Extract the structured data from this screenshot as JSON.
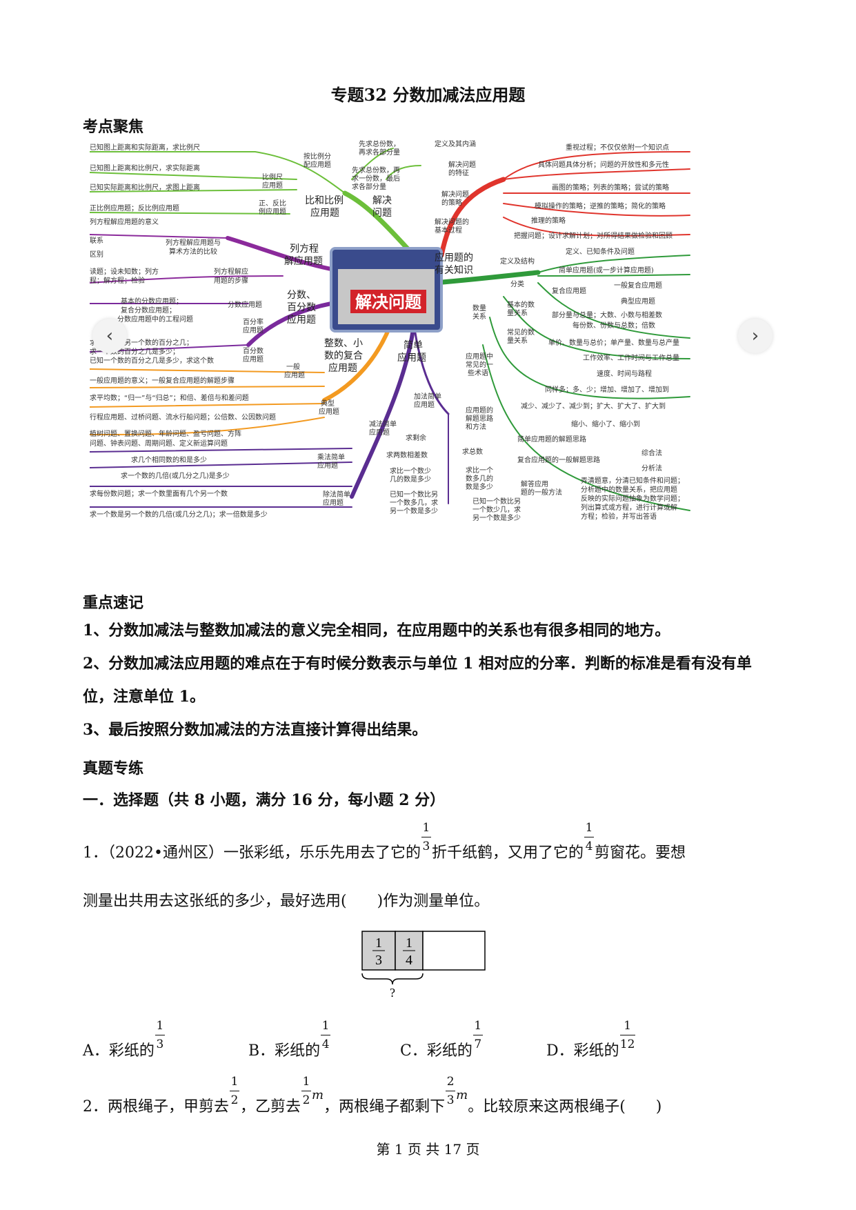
{
  "title": "专题32 分数加减法应用题",
  "sections": {
    "focus": "考点聚焦",
    "memo": "重点速记",
    "practice": "真题专练"
  },
  "mindmap": {
    "center": "解决问题",
    "branches": [
      {
        "label": "比和比例\n应用题",
        "color": "#6cbf3a"
      },
      {
        "label": "解决\n问题",
        "color": "#e0342c"
      },
      {
        "label": "列方程\n解应用题",
        "color": "#8b2a9b"
      },
      {
        "label": "应用题的\n有关知识",
        "color": "#2f9a3a"
      },
      {
        "label": "分数、\n百分数\n应用题",
        "color": "#7a2a9c"
      },
      {
        "label": "整数、小\n数的复合\n应用题",
        "color": "#f39a21"
      },
      {
        "label": "简单\n应用题",
        "color": "#5a2d91"
      }
    ],
    "nodes": [
      "已知图上距离和实际距离，求比例尺",
      "已知图上距离和比例尺，求实际距离",
      "已知实际距离和比例尺，求图上距离",
      "正比例应用题；反比例应用题",
      "比例尺\n应用题",
      "正、反比\n例应用题",
      "按比例分\n配应用题",
      "先求总份数，\n再求各部分量",
      "先求总份数，再\n求一份数，最后\n求各部分量",
      "定义及其内涵",
      "解决问题\n的特征",
      "解决问题\n的策略",
      "解决问题的\n基本过程",
      "重视过程；不仅仅依附一个知识点",
      "具体问题具体分析；问题的开放性和多元性",
      "画图的策略；列表的策略；尝试的策略",
      "模拟操作的策略；逆推的策略；简化的策略",
      "推理的策略",
      "把握问题；设计求解计划；对所得结果做检验和回顾",
      "列方程解应用题的意义",
      "联系",
      "区别",
      "列方程解应用题与\n算术方法的比较",
      "读题；设未知数；列方\n程；解方程；检验",
      "列方程解应\n用题的步骤",
      "定义及结构",
      "定义、已知条件及问题",
      "简单应用题(或一步计算应用题)",
      "分类",
      "复合应用题",
      "一般复合应用题",
      "典型应用题",
      "数量\n关系",
      "基本的数\n量关系",
      "部分量与总量；大数、小数与相差数",
      "每份数、份数与总数；倍数",
      "常见的数\n量关系",
      "单价、数量与总价；单产量、数量与总产量",
      "工作效率、工作时间与工作总量",
      "速度、时间与路程",
      "应用题中\n常见的一\n些术语",
      "同样多；多、少；增加、增加了、增加到",
      "减少、减少了、减少到；扩大、扩大了、扩大到",
      "缩小、缩小了、缩小到",
      "应用题的\n解题思路\n和方法",
      "简单应用题的解题思路",
      "复合应用题的一般解题思路",
      "综合法",
      "分析法",
      "解答应用\n题的一般方法",
      "弄清题意，分清已知条件和问题；\n分析题中的数量关系，把应用题\n反映的实际问题抽象为数学问题；\n列出算式或方程，进行计算或解\n方程；检验，并写出答语",
      "基本的分数应用题；\n复合分数应用题；\n分数应用题中的工程问题",
      "分数应用题",
      "百分率\n应用题",
      "百分数\n应用题",
      "求一个数是另一个数的百分之几；\n求一个数的百分之几是多少；\n已知一个数的百分之几是多少，求这个数",
      "一般\n应用题",
      "一般应用题的意义；一般复合应用题的解题步骤",
      "求平均数；“归一”与“归总”；和倍、差倍与和差问题",
      "行程应用题、过桥问题、流水行船问题；公倍数、公因数问题",
      "植树问题、置换问题、年龄问题、盈亏问题、方阵\n问题、钟表问题、周期问题、定义新运算问题",
      "典型\n应用题",
      "加法简单\n应用题",
      "减法简单\n应用题",
      "求剩余",
      "求两数相差数",
      "求比一个数少\n几的数是多少",
      "已知一个数比另\n一个数多几，求\n另一个数是多少",
      "求总数",
      "求比一个\n数多几的\n数是多少",
      "已知一个数比另\n一个数少几，求\n另一个数是多少",
      "求几个相同数的和是多少",
      "求一个数的几倍(或几分之几)是多少",
      "乘法简单\n应用题",
      "求每份数问题；求一个数里面有几个另一个数",
      "求一个数是另一个数的几倍(或几分之几)；求一倍数是多少",
      "除法简单\n应用题"
    ]
  },
  "nav": {
    "prev_icon": "‹",
    "next_icon": "›"
  },
  "points": [
    "1、分数加减法与整数加减法的意义完全相同，在应用题中的关系也有很多相同的地方。",
    "2、分数加减法应用题的难点在于有时候分数表示与单位 1 相对应的分率．判断的标准是看有没有单位，注意单位 1。",
    "3、最后按照分数加减法的方法直接计算得出结果。"
  ],
  "part_heading": "一．选择题（共 8 小题，满分 16 分，每小题 2 分）",
  "q1": {
    "prefix": "1．（2022•通州区）一张彩纸，乐乐先用去了它的",
    "frac1": {
      "n": "1",
      "d": "3"
    },
    "mid": "折千纸鹤，又用了它的",
    "frac2": {
      "n": "1",
      "d": "4"
    },
    "suffix": "剪窗花。要想",
    "line2": "测量出共用去这张纸的多少，最好选用",
    "paren": "(　　)",
    "line2_end": "作为测量单位。",
    "figure": {
      "cell1": {
        "n": "1",
        "d": "3"
      },
      "cell2": {
        "n": "1",
        "d": "4"
      },
      "question": "?"
    },
    "options": [
      {
        "label": "A．彩纸的",
        "n": "1",
        "d": "3"
      },
      {
        "label": "B．彩纸的",
        "n": "1",
        "d": "4"
      },
      {
        "label": "C．彩纸的",
        "n": "1",
        "d": "7"
      },
      {
        "label": "D．彩纸的",
        "n": "1",
        "d": "12"
      }
    ]
  },
  "q2": {
    "prefix": "2．两根绳子，甲剪去",
    "frac1": {
      "n": "1",
      "d": "2"
    },
    "mid1": "，乙剪去",
    "frac2": {
      "n": "1",
      "d": "2"
    },
    "unit": "m",
    "mid2": "，两根绳子都剩下",
    "frac3": {
      "n": "2",
      "d": "3"
    },
    "unit2": "m",
    "suffix": "。比较原来这两根绳子",
    "paren": "(　　)"
  },
  "footer": "第 1 页 共 17 页",
  "colors": {
    "green": "#6cbf3a",
    "red": "#e0342c",
    "purple": "#7a2a9c",
    "orange": "#f39a21",
    "darkgreen": "#2f9a3a",
    "indigo": "#5a2d91"
  }
}
